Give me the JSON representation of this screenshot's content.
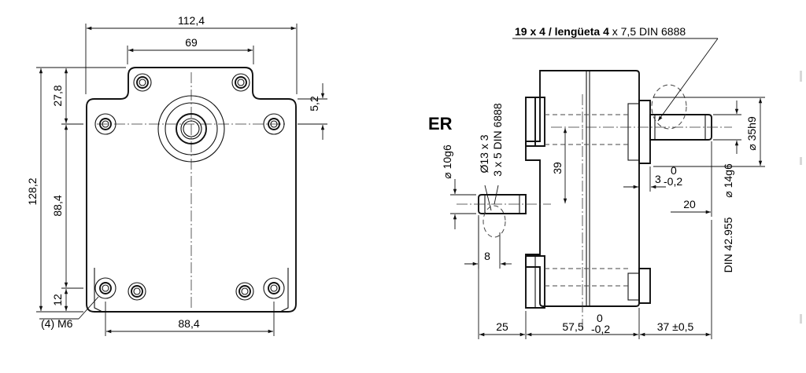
{
  "labels": {
    "front_width_overall": "112,4",
    "front_width_top": "69",
    "front_height_top": "27,8",
    "front_offset_right": "5,2",
    "front_height_overall": "128,2",
    "front_height_mid": "88,4",
    "front_height_bottom": "12",
    "front_width_bottom": "88,4",
    "front_holes": "(4) M6",
    "side_key_spec_prefix": "19 x 4 / lengüeta ",
    "side_key_spec_mid": "4",
    "side_key_spec_suffix": " x 7,5 DIN 6888",
    "variant": "ER",
    "shaft_small_diameter": "⌀ 10g6",
    "small_key_line1": "Ø13 x 3",
    "small_key_line2": "3 x 5 DIN 6888",
    "side_height_39": "39",
    "shaft_length_8": "8",
    "side_offset_3": "3",
    "tol_upper_3": "0",
    "tol_lower_3": "-0,2",
    "shaft_length_20": "20",
    "hub_diameter": "⌀ 35h9",
    "bore_diameter": "⌀ 14g6",
    "spline_standard": "DIN 42.955",
    "bottom_dim_25": "25",
    "bottom_dim_575": "57,5",
    "tol_upper_575": "0",
    "tol_lower_575": "-0,2",
    "bottom_dim_37": "37 ±0,5"
  }
}
